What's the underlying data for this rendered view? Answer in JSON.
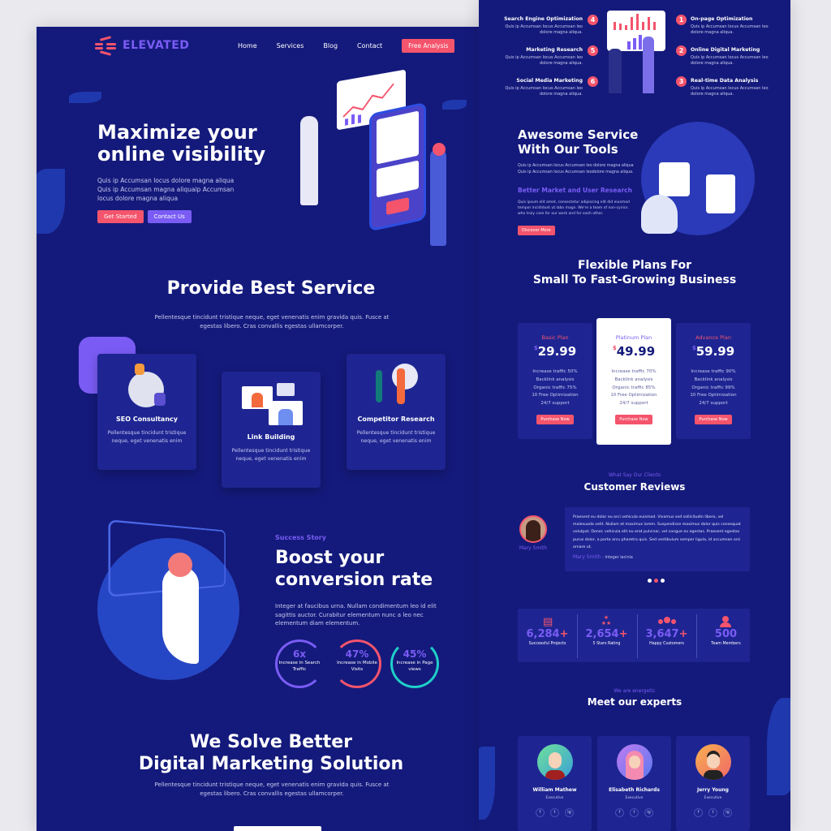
{
  "nav": {
    "brand": "ELEVATED",
    "links": [
      "Home",
      "Services",
      "Blog",
      "Contact"
    ],
    "cta": "Free Analysis"
  },
  "hero": {
    "title_line1": "Maximize your",
    "title_line2": "online visibility",
    "desc": "Quis ip Accumsan locus dolore magna aliqua Quis ip Accumsan magna aliquaip Accumsan locus dolore magna aliqua",
    "btn_primary": "Get Started",
    "btn_secondary": "Contact Us"
  },
  "services": {
    "title": "Provide Best Service",
    "desc": "Pellentesque tincidunt tristique neque, eget venenatis enim gravida quis. Fusce at egestas libero. Cras convallis egestas ullamcorper.",
    "cards": [
      {
        "title": "SEO Consultancy",
        "desc": "Pellentesque tincidunt tristique neque, eget venenatis enim"
      },
      {
        "title": "Link Building",
        "desc": "Pellentesque tincidunt tristique neque, eget venenatis enim"
      },
      {
        "title": "Competitor Research",
        "desc": "Pellentesque tincidunt tristique neque, eget venenatis enim"
      }
    ]
  },
  "success": {
    "eyebrow": "Success Story",
    "title_line1": "Boost your",
    "title_line2": "conversion rate",
    "desc": "Integer at faucibus urna. Nullam condimentum leo id elit sagittis auctor. Curabitur elementum nunc a leo nec elementum diam elementum.",
    "stats": [
      {
        "value": "6x",
        "label": "Increase in Search Traffic",
        "color": "#7a5cf5"
      },
      {
        "value": "47%",
        "label": "Increase in Mobile Visits",
        "color": "#f4546c"
      },
      {
        "value": "45%",
        "label": "Increase in Page views",
        "color": "#1fcfc8"
      }
    ]
  },
  "solve": {
    "title_line1": "We Solve Better",
    "title_line2": "Digital Marketing Solution",
    "desc": "Pellentesque tincidunt tristique neque, eget venenatis enim gravida quis. Fusce at egestas libero. Cras convallis egestas ullamcorper."
  },
  "features": {
    "left": [
      {
        "num": "4",
        "title": "Search Engine Optimization",
        "desc": "Quis ip Accumsan locus Accumsan leo dolore magna aliqua."
      },
      {
        "num": "5",
        "title": "Marketing Research",
        "desc": "Quis ip Accumsan locus Accumsan leo dolore magna aliqua."
      },
      {
        "num": "6",
        "title": "Social Media Marketing",
        "desc": "Quis ip Accumsan locus Accumsan leo dolore magna aliqua."
      }
    ],
    "right": [
      {
        "num": "1",
        "title": "On-page Optimization",
        "desc": "Quis ip Accumsan locus Accumsan leo dolore magna aliqua."
      },
      {
        "num": "2",
        "title": "Online Digital Marketing",
        "desc": "Quis ip Accumsan locus Accumsan leo dolore magna aliqua."
      },
      {
        "num": "3",
        "title": "Real-time Data Analysis",
        "desc": "Quis ip Accumsan locus Accumsan leo dolore magna aliqua."
      }
    ]
  },
  "tools": {
    "title_line1": "Awesome Service",
    "title_line2": "With Our Tools",
    "desc": "Quis ip Accumsan locus Accumsan leo dolore magna aliqua Quis ip Accumsan locus Accumsan leodolore magna aliqua.",
    "subtitle": "Better Market and User Research",
    "subdesc": "Quis ipsum elit amet, consectetur adipiscing elit did eiusmod tempor incididunt ut labo magn. We're a team of non-cynics who truly care for our work and for each other.",
    "cta": "Discover More"
  },
  "pricing": {
    "title_line1": "Flexible Plans For",
    "title_line2": "Small To Fast-Growing Business",
    "plans": [
      {
        "name": "Basic Plan",
        "currency": "$",
        "price": "29.99",
        "features": [
          "Increase traffic 50%",
          "Backlink analysis",
          "Organic traffic 75%",
          "10 Free Optimization",
          "24/7 support"
        ],
        "cta": "Purchase Now"
      },
      {
        "name": "Platinum Plan",
        "currency": "$",
        "price": "49.99",
        "features": [
          "Increase traffic 70%",
          "Backlink analysis",
          "Organic traffic 85%",
          "10 Free Optimization",
          "24/7 support"
        ],
        "cta": "Purchase Now"
      },
      {
        "name": "Advance Plan",
        "currency": "$",
        "price": "59.99",
        "features": [
          "Increase traffic 90%",
          "Backlink analysis",
          "Organic traffic 99%",
          "10 Free Optimization",
          "24/7 support"
        ],
        "cta": "Purchase Now"
      }
    ]
  },
  "reviews": {
    "eyebrow": "What Say Our Clients",
    "title": "Customer Reviews",
    "avatar_name": "Mary Smith",
    "text": "Praesent eu dolor eu orci vehicula euismod. Vivamus sed sollicitudin libero, vel malesuada velit. Nullam et maximus lorem. Suspendisse maximus dolor quis consequat volutpat. Donec vehicula elit eu erat pulvinar, vel congue ex egestas. Praesent egestas purus dolor, a porta arcu pharetra quis. Sed vestibulum semper ligula, id accumsan orci ornare ut.",
    "author": "Mary Smith",
    "author_role": "- Integer lacinia"
  },
  "stats": [
    {
      "value": "6,284",
      "suffix": "+",
      "label": "Successful Projects",
      "icon": "document-icon"
    },
    {
      "value": "2,654",
      "suffix": "+",
      "label": "5 Stars Rating",
      "icon": "stars-icon"
    },
    {
      "value": "3,647",
      "suffix": "+",
      "label": "Happy Customers",
      "icon": "users-icon"
    },
    {
      "value": "500",
      "suffix": "",
      "label": "Team Members",
      "icon": "team-icon"
    }
  ],
  "experts": {
    "eyebrow": "We are energetic",
    "title": "Meet our experts",
    "people": [
      {
        "name": "William Mathew",
        "role": "Executive"
      },
      {
        "name": "Elisabeth Richards",
        "role": "Executive"
      },
      {
        "name": "Jerry Young",
        "role": "Executive"
      }
    ],
    "social_icons": [
      "f",
      "t",
      "ig"
    ]
  },
  "colors": {
    "background": "#141a7b",
    "accent_pink": "#f4546c",
    "accent_purple": "#7a5cf5",
    "accent_teal": "#1fcfc8"
  }
}
